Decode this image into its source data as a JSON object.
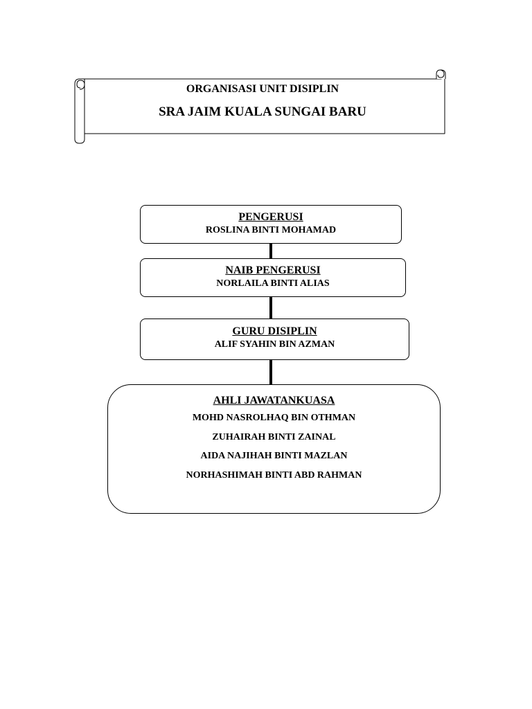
{
  "banner": {
    "line1": "ORGANISASI UNIT DISIPLIN",
    "line2": "SRA JAIM KUALA SUNGAI BARU"
  },
  "chart": {
    "chair": {
      "role": "PENGERUSI",
      "name": "ROSLINA BINTI MOHAMAD"
    },
    "vice_chair": {
      "role": "NAIB PENGERUSI",
      "name": "NORLAILA BINTI ALIAS"
    },
    "discipline_teacher": {
      "role": "GURU DISIPLIN",
      "name": "ALIF SYAHIN BIN AZMAN"
    },
    "committee": {
      "role": "AHLI JAWATANKUASA",
      "members": [
        "MOHD NASROLHAQ BIN OTHMAN",
        "ZUHAIRAH BINTI ZAINAL",
        "AIDA NAJIHAH BINTI MAZLAN",
        "NORHASHIMAH BINTI ABD RAHMAN"
      ]
    }
  },
  "colors": {
    "stroke": "#000000",
    "background": "#ffffff"
  }
}
